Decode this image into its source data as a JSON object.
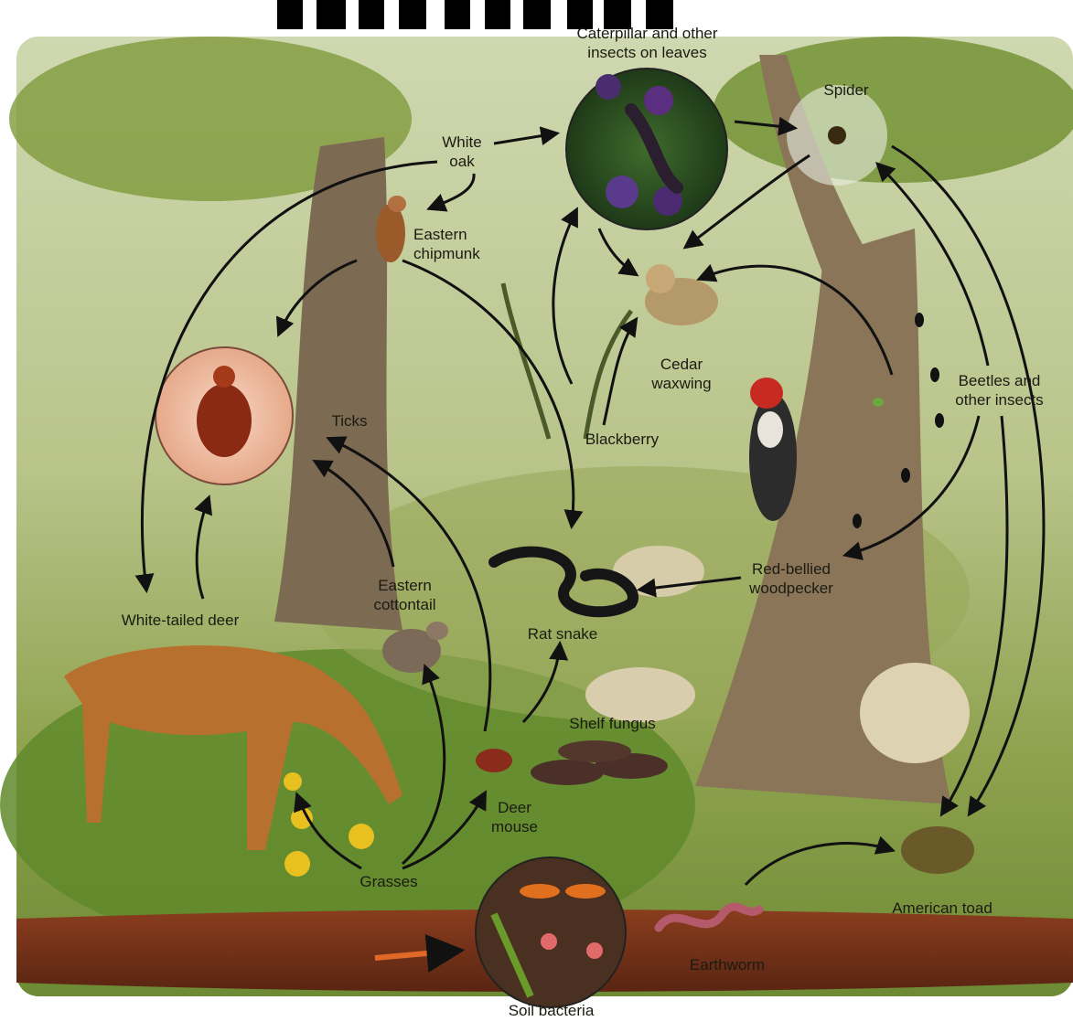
{
  "labels": {
    "caterpillar": "Caterpillar and other\ninsects on leaves",
    "spider": "Spider",
    "white_oak": "White\noak",
    "chipmunk": "Eastern\nchipmunk",
    "ticks": "Ticks",
    "cedar_waxwing": "Cedar\nwaxwing",
    "blackberry": "Blackberry",
    "beetles": "Beetles and\nother insects",
    "woodpecker": "Red-bellied\nwoodpecker",
    "cottontail": "Eastern\ncottontail",
    "rat_snake": "Rat snake",
    "deer": "White-tailed deer",
    "shelf_fungus": "Shelf fungus",
    "deer_mouse": "Deer\nmouse",
    "grasses": "Grasses",
    "american_toad": "American toad",
    "earthworm": "Earthworm",
    "soil_bacteria": "Soil bacteria"
  },
  "links": [
    {
      "from": "White oak",
      "to": "Caterpillar and other insects on leaves"
    },
    {
      "from": "White oak",
      "to": "Eastern chipmunk"
    },
    {
      "from": "White oak",
      "to": "White-tailed deer"
    },
    {
      "from": "Eastern chipmunk",
      "to": "Ticks"
    },
    {
      "from": "Eastern chipmunk",
      "to": "Rat snake"
    },
    {
      "from": "Caterpillar and other insects on leaves",
      "to": "Spider"
    },
    {
      "from": "Caterpillar and other insects on leaves",
      "to": "Cedar waxwing"
    },
    {
      "from": "Spider",
      "to": "Cedar waxwing"
    },
    {
      "from": "Spider",
      "to": "American toad"
    },
    {
      "from": "Blackberry",
      "to": "Caterpillar and other insects on leaves"
    },
    {
      "from": "Blackberry",
      "to": "Cedar waxwing"
    },
    {
      "from": "Beetles and other insects",
      "to": "Cedar waxwing"
    },
    {
      "from": "Beetles and other insects",
      "to": "Spider"
    },
    {
      "from": "Beetles and other insects",
      "to": "Red-bellied woodpecker"
    },
    {
      "from": "Beetles and other insects",
      "to": "American toad"
    },
    {
      "from": "Red-bellied woodpecker",
      "to": "Rat snake"
    },
    {
      "from": "White-tailed deer",
      "to": "Ticks"
    },
    {
      "from": "Eastern cottontail",
      "to": "Ticks"
    },
    {
      "from": "Deer mouse",
      "to": "Ticks"
    },
    {
      "from": "Deer mouse",
      "to": "Rat snake"
    },
    {
      "from": "Grasses",
      "to": "White-tailed deer"
    },
    {
      "from": "Grasses",
      "to": "Eastern cottontail"
    },
    {
      "from": "Grasses",
      "to": "Deer mouse"
    },
    {
      "from": "Earthworm",
      "to": "American toad"
    }
  ]
}
